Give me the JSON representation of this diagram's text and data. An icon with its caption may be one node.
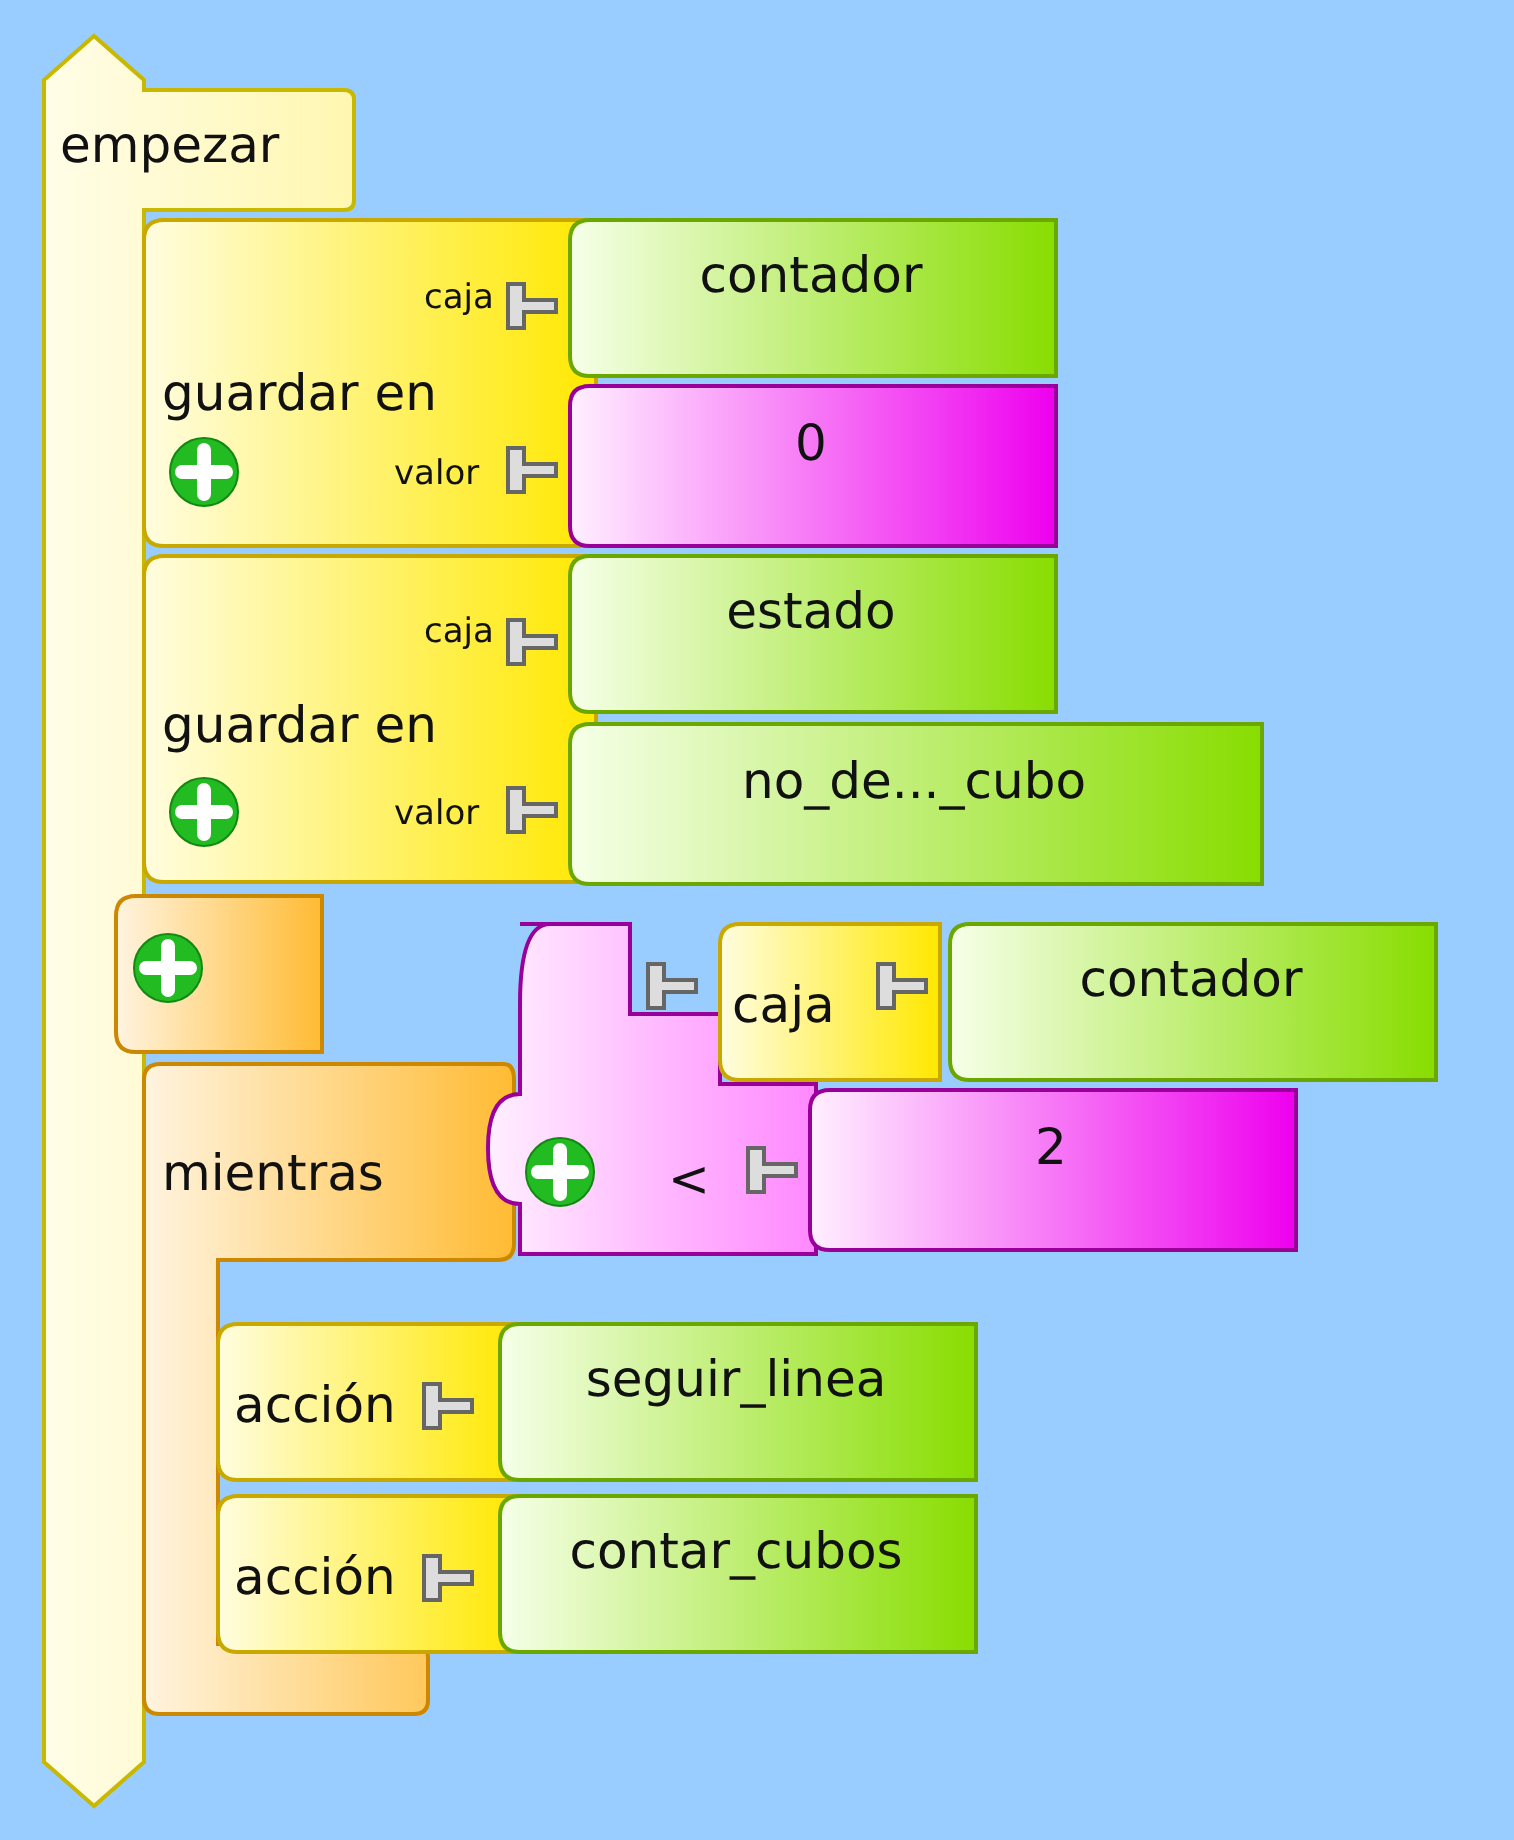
{
  "diagram": {
    "nodes": [
      {
        "text": [
          "empezar"
        ]
      },
      {
        "text": [
          "caja",
          "guardar en",
          "valor"
        ]
      },
      {
        "text": [
          "contador"
        ]
      },
      {
        "text": [
          "0"
        ]
      },
      {
        "text": [
          "caja",
          "guardar en",
          "valor"
        ]
      },
      {
        "text": [
          "estado"
        ]
      },
      {
        "text": [
          "no_de..._cubo"
        ]
      },
      {
        "text": [],
        "shape": "box",
        "in": 0
      },
      {
        "text": [
          "mientras"
        ]
      },
      {
        "text": [
          "<"
        ]
      },
      {
        "text": [
          "caja"
        ]
      },
      {
        "text": [
          "contador"
        ]
      },
      {
        "text": [
          "2"
        ]
      },
      {
        "text": [
          "acción"
        ],
        "in": 8
      },
      {
        "text": [
          "seguir_linea"
        ]
      },
      {
        "text": [
          "acción"
        ],
        "in": 8
      },
      {
        "text": [
          "contar_cubos"
        ]
      }
    ]
  }
}
